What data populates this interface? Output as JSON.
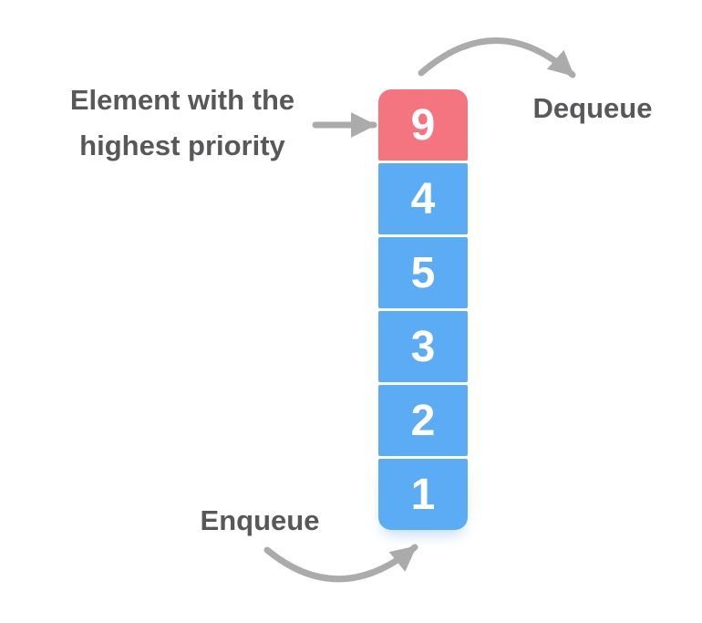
{
  "labels": {
    "highest_priority_line1": "Element with the",
    "highest_priority_line2": "highest priority",
    "dequeue": "Dequeue",
    "enqueue": "Enqueue"
  },
  "queue": {
    "items": [
      {
        "value": "9",
        "highlight": true
      },
      {
        "value": "4",
        "highlight": false
      },
      {
        "value": "5",
        "highlight": false
      },
      {
        "value": "3",
        "highlight": false
      },
      {
        "value": "2",
        "highlight": false
      },
      {
        "value": "1",
        "highlight": false
      }
    ]
  },
  "colors": {
    "highlight_cell": "#F4747F",
    "cell": "#5BACF5",
    "arrow": "#ABABAB",
    "label_text": "#58585A",
    "cell_text": "#FFFFFF"
  },
  "icons": {
    "dequeue_arrow": "curved-arrow-right",
    "enqueue_arrow": "curved-arrow-up-right",
    "pointer_arrow": "straight-arrow-right"
  }
}
